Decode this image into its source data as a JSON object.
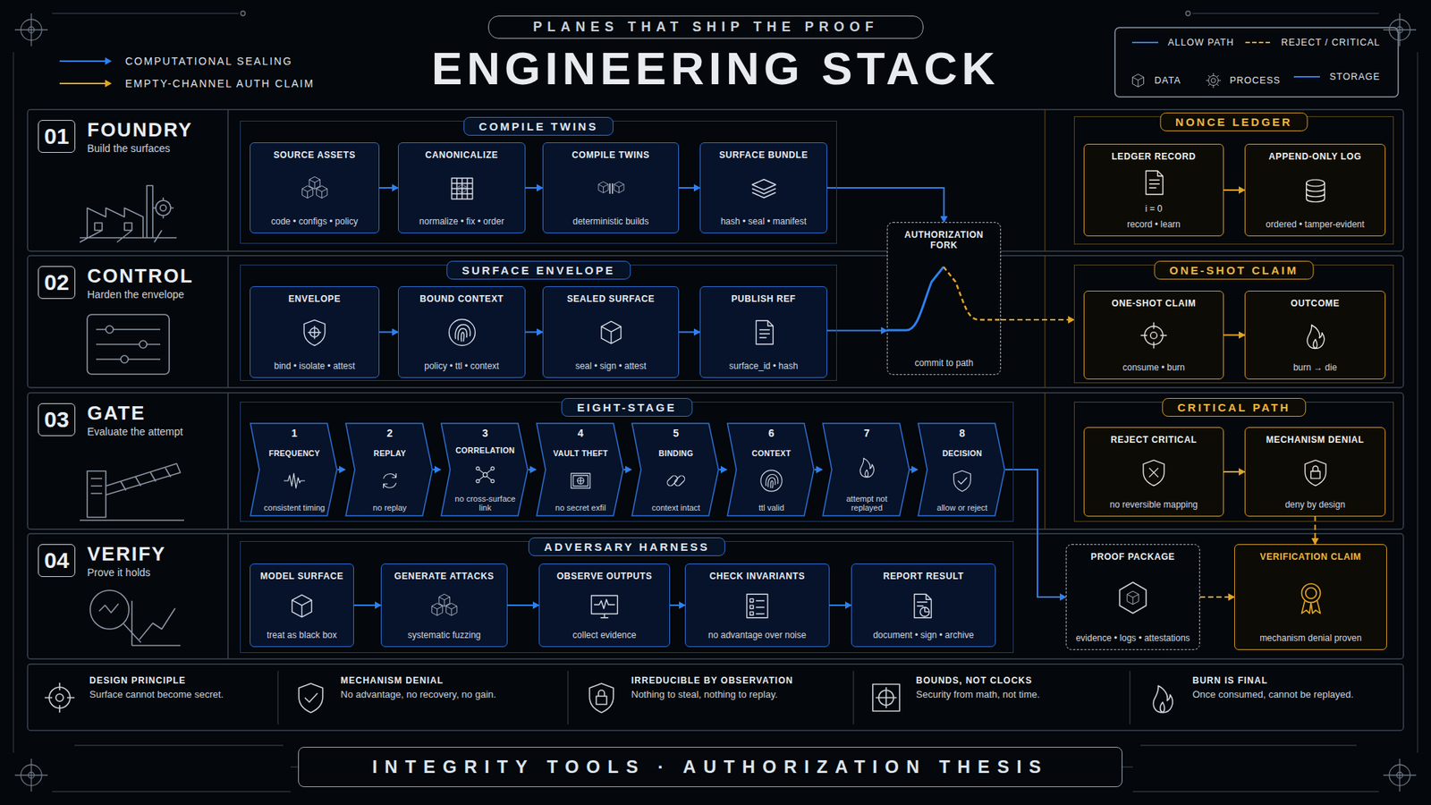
{
  "diagram": {
    "title": "ENGINEERING STACK",
    "nodes": [
      {
        "text": [
          "PLANES THAT SHIP THE PROOF"
        ]
      },
      {
        "text": [
          "01",
          "FOUNDRY",
          "Build the surfaces"
        ]
      },
      {
        "text": [
          "COMPILE TWINS"
        ]
      },
      {
        "text": [
          "SOURCE ASSETS",
          "code • configs • policy"
        ],
        "in": 2
      },
      {
        "text": [
          "CANONICALIZE",
          "normalize • fix • order"
        ],
        "in": 2
      },
      {
        "text": [
          "COMPILE TWINS",
          "deterministic builds"
        ],
        "in": 2
      },
      {
        "text": [
          "SURFACE BUNDLE",
          "hash • seal • manifest"
        ],
        "in": 2
      },
      {
        "text": [
          "AUTHORIZATION FORK",
          "commit to path"
        ]
      },
      {
        "text": [
          "NONCE LEDGER"
        ]
      },
      {
        "text": [
          "LEDGER RECORD",
          "i = 0",
          "record • learn"
        ],
        "in": 8
      },
      {
        "text": [
          "APPEND-ONLY LOG",
          "ordered • tamper-evident"
        ],
        "in": 8
      },
      {
        "text": [
          "02",
          "CONTROL",
          "Harden the envelope"
        ]
      },
      {
        "text": [
          "SURFACE ENVELOPE"
        ]
      },
      {
        "text": [
          "ENVELOPE",
          "bind • isolate • attest"
        ],
        "in": 12
      },
      {
        "text": [
          "BOUND CONTEXT",
          "policy • ttl • context"
        ],
        "in": 12
      },
      {
        "text": [
          "SEALED SURFACE",
          "seal • sign • attest"
        ],
        "in": 12
      },
      {
        "text": [
          "PUBLISH REF",
          "surface_id • hash"
        ],
        "in": 12
      },
      {
        "text": [
          "ONE-SHOT CLAIM"
        ]
      },
      {
        "text": [
          "ONE-SHOT CLAIM",
          "consume • burn"
        ],
        "in": 17
      },
      {
        "text": [
          "OUTCOME",
          "burn → die"
        ],
        "in": 17
      },
      {
        "text": [
          "03",
          "GATE",
          "Evaluate the attempt"
        ]
      },
      {
        "text": [
          "EIGHT-STAGE"
        ]
      },
      {
        "text": [
          "1",
          "FREQUENCY",
          "consistent timing"
        ],
        "in": 21
      },
      {
        "text": [
          "2",
          "REPLAY",
          "no replay"
        ],
        "in": 21
      },
      {
        "text": [
          "3",
          "CORRELATION",
          "no cross-surface link"
        ],
        "in": 21
      },
      {
        "text": [
          "4",
          "VAULT THEFT",
          "no secret exfil"
        ],
        "in": 21
      },
      {
        "text": [
          "5",
          "BINDING",
          "context intact"
        ],
        "in": 21
      },
      {
        "text": [
          "6",
          "CONTEXT",
          "ttl valid"
        ],
        "in": 21
      },
      {
        "text": [
          "7",
          "attempt not replayed"
        ],
        "in": 21
      },
      {
        "text": [
          "8",
          "DECISION",
          "allow or reject"
        ],
        "in": 21
      },
      {
        "text": [
          "CRITICAL PATH"
        ]
      },
      {
        "text": [
          "REJECT CRITICAL",
          "no reversible mapping"
        ],
        "in": 30
      },
      {
        "text": [
          "MECHANISM DENIAL",
          "deny by design"
        ],
        "in": 30
      },
      {
        "text": [
          "04",
          "VERIFY",
          "Prove it holds"
        ]
      },
      {
        "text": [
          "ADVERSARY HARNESS"
        ]
      },
      {
        "text": [
          "MODEL SURFACE",
          "treat as black box"
        ],
        "in": 34
      },
      {
        "text": [
          "GENERATE ATTACKS",
          "systematic fuzzing"
        ],
        "in": 34
      },
      {
        "text": [
          "OBSERVE OUTPUTS",
          "collect evidence"
        ],
        "in": 34
      },
      {
        "text": [
          "CHECK INVARIANTS",
          "no advantage over noise"
        ],
        "in": 34
      },
      {
        "text": [
          "REPORT RESULT",
          "document • sign • archive"
        ],
        "in": 34
      },
      {
        "text": [
          "PROOF PACKAGE",
          "evidence • logs • attestations"
        ]
      },
      {
        "text": [
          "VERIFICATION CLAIM",
          "mechanism denial proven"
        ]
      },
      {
        "text": [
          "DESIGN PRINCIPLE",
          "Surface cannot become secret."
        ]
      },
      {
        "text": [
          "MECHANISM DENIAL",
          "No advantage, no recovery, no gain."
        ]
      },
      {
        "text": [
          "IRREDUCIBLE BY OBSERVATION",
          "Nothing to steal, nothing to replay."
        ]
      },
      {
        "text": [
          "BOUNDS, NOT CLOCKS",
          "Security from math, not time."
        ]
      },
      {
        "text": [
          "BURN IS FINAL",
          "Once consumed, cannot be replayed."
        ]
      },
      {
        "text": [
          "INTEGRITY TOOLS · AUTHORIZATION THESIS"
        ]
      }
    ],
    "edges": [
      {
        "from": 3,
        "to": 4,
        "arrow": "to"
      },
      {
        "from": 4,
        "to": 5,
        "arrow": "to"
      },
      {
        "from": 5,
        "to": 6,
        "arrow": "to"
      },
      {
        "from": 6,
        "to": 7,
        "arrow": "to"
      },
      {
        "from": 13,
        "to": 14,
        "arrow": "to"
      },
      {
        "from": 14,
        "to": 15,
        "arrow": "to"
      },
      {
        "from": 15,
        "to": 16,
        "arrow": "to"
      },
      {
        "from": 16,
        "to": 7,
        "arrow": "to"
      },
      {
        "from": 7,
        "to": 17,
        "arrow": "to"
      },
      {
        "from": 9,
        "to": 10,
        "arrow": "to"
      },
      {
        "from": 18,
        "to": 19,
        "arrow": "to"
      },
      {
        "from": 22,
        "to": 23,
        "arrow": "to"
      },
      {
        "from": 23,
        "to": 24,
        "arrow": "to"
      },
      {
        "from": 24,
        "to": 25,
        "arrow": "to"
      },
      {
        "from": 25,
        "to": 26,
        "arrow": "to"
      },
      {
        "from": 26,
        "to": 27,
        "arrow": "to"
      },
      {
        "from": 27,
        "to": 28,
        "arrow": "to"
      },
      {
        "from": 28,
        "to": 29,
        "arrow": "to"
      },
      {
        "from": 29,
        "to": 40,
        "arrow": "to"
      },
      {
        "from": 31,
        "to": 32,
        "arrow": "to"
      },
      {
        "from": 32,
        "to": 41,
        "arrow": "to"
      },
      {
        "from": 35,
        "to": 36,
        "arrow": "to"
      },
      {
        "from": 36,
        "to": 37,
        "arrow": "to"
      },
      {
        "from": 37,
        "to": 38,
        "arrow": "to"
      },
      {
        "from": 38,
        "to": 39,
        "arrow": "to"
      },
      {
        "from": 40,
        "to": 41,
        "arrow": "to"
      }
    ],
    "legend": [
      {
        "text": "COMPUTATIONAL SEALING"
      },
      {
        "text": "EMPTY-CHANNEL AUTH CLAIM"
      },
      {
        "text": "ALLOW PATH"
      },
      {
        "text": "REJECT / CRITICAL"
      },
      {
        "text": "DATA"
      },
      {
        "text": "PROCESS"
      },
      {
        "text": "STORAGE"
      }
    ]
  }
}
